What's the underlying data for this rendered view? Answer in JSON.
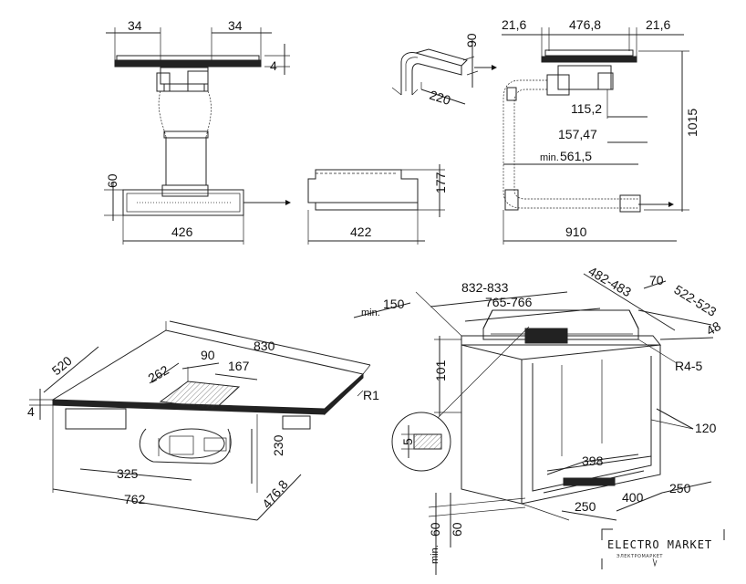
{
  "dims": {
    "side_left": "34",
    "side_right": "34",
    "thickness_4_top": "4",
    "base_60": "60",
    "base_426": "426",
    "filter_422": "422",
    "filter_177": "177",
    "duct_90": "90",
    "duct_220": "220",
    "front_21_6_left": "21,6",
    "front_476_8": "476,8",
    "front_21_6_right": "21,6",
    "d_115_2": "115,2",
    "d_157_47": "157,47",
    "d_min_561_5_prefix": "min.",
    "d_min_561_5": "561,5",
    "d_1015": "1015",
    "d_910": "910",
    "persp_830": "830",
    "persp_520": "520",
    "persp_90": "90",
    "persp_262": "262",
    "persp_167": "167",
    "persp_R1": "R1",
    "persp_4": "4",
    "persp_230": "230",
    "persp_325": "325",
    "persp_762": "762",
    "persp_476_8": "476,8",
    "cut_min150_prefix": "min.",
    "cut_min150": "150",
    "cut_832_833": "832-833",
    "cut_765_766": "765-766",
    "cut_482_483": "482-483",
    "cut_70": "70",
    "cut_522_523": "522-523",
    "cut_48": "48",
    "cut_R4_5": "R4-5",
    "cut_101": "101",
    "cut_5": "5",
    "cut_120": "120",
    "cut_398": "398",
    "cut_250_left": "250",
    "cut_400": "400",
    "cut_250_right": "250",
    "cut_min60_prefix": "min.",
    "cut_min60": "60",
    "cut_60": "60"
  },
  "watermark": {
    "title": "ELECTRO MARKET",
    "subtitle": "ЭЛЕКТРОМАРКЕТ"
  }
}
